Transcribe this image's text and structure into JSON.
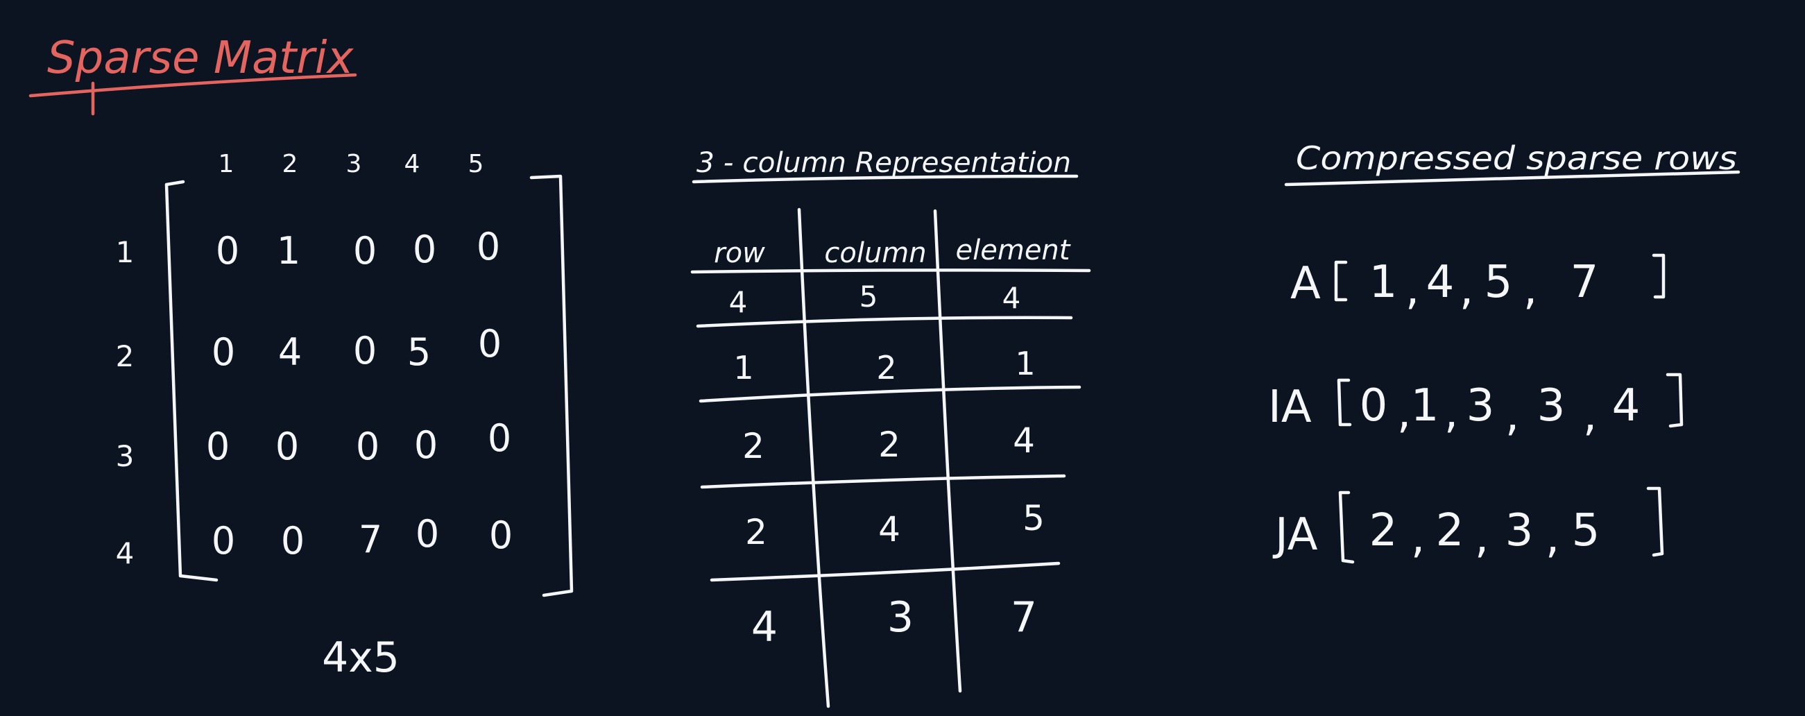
{
  "title": "Sparse Matrix",
  "matrix": {
    "col_labels": [
      "1",
      "2",
      "3",
      "4",
      "5"
    ],
    "row_labels": [
      "1",
      "2",
      "3",
      "4"
    ],
    "rows": [
      [
        "0",
        "1",
        "0",
        "0",
        "0"
      ],
      [
        "0",
        "4",
        "0",
        "5",
        "0"
      ],
      [
        "0",
        "0",
        "0",
        "0",
        "0"
      ],
      [
        "0",
        "0",
        "7",
        "0",
        "0"
      ]
    ],
    "size_label": "4x5"
  },
  "three_column": {
    "heading": "3 - column Representation",
    "headers": [
      "row",
      "column",
      "element"
    ],
    "rows": [
      [
        "4",
        "5",
        "4"
      ],
      [
        "1",
        "2",
        "1"
      ],
      [
        "2",
        "2",
        "4"
      ],
      [
        "2",
        "4",
        "5"
      ],
      [
        "4",
        "3",
        "7"
      ]
    ]
  },
  "csr": {
    "heading": "Compressed sparse rows",
    "arrays": [
      {
        "name": "A",
        "values": [
          "1",
          "4",
          "5",
          "7"
        ]
      },
      {
        "name": "IA",
        "values": [
          "0",
          "1",
          "3",
          "3",
          "4"
        ]
      },
      {
        "name": "JA",
        "values": [
          "2",
          "2",
          "3",
          "5"
        ]
      }
    ]
  },
  "colors": {
    "background": "#0c1421",
    "ink": "#f5f6f7",
    "accent": "#e4645f"
  }
}
